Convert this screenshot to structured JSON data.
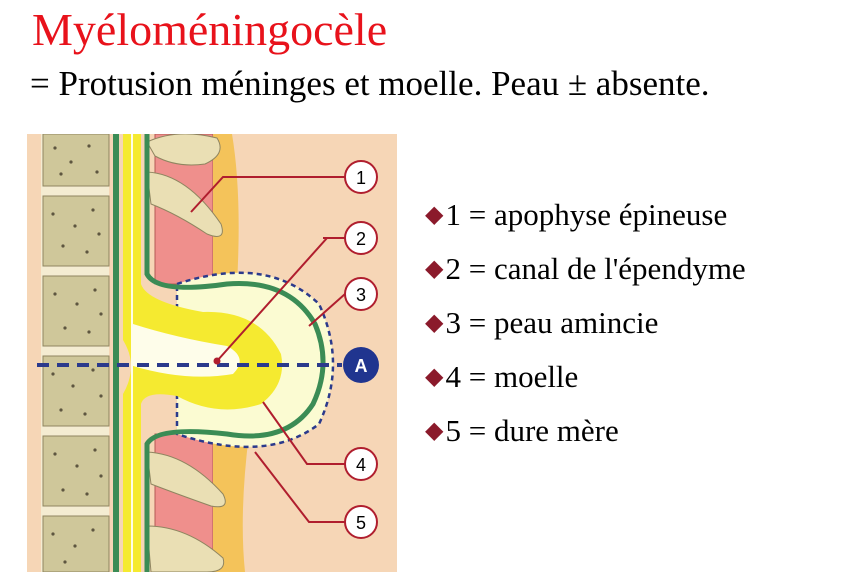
{
  "slide": {
    "title": "Myéloméningocèle",
    "subtitle": "= Protusion méninges et moelle. Peau ± absente."
  },
  "diagram": {
    "callouts": [
      "1",
      "2",
      "3",
      "A",
      "4",
      "5"
    ],
    "colors": {
      "skin": "#f6d6b6",
      "bone": "#d8d2a8",
      "spinous_process": "#eadfb4",
      "muscle": "#ef8f8c",
      "fat": "#f4c35a",
      "dura_green": "#3b8c55",
      "cord_yellow": "#f5ea30",
      "csf_pale": "#fbfbd2",
      "section_line": "#2b3a8c",
      "leader_line": "#b01e2e",
      "marker_a": "#20358f"
    }
  },
  "legend": {
    "bullet_icon": "diamond-icon",
    "bullet_color": "#8b1a2b",
    "items": [
      "1 = apophyse épineuse",
      "2 = canal de l'épendyme",
      "3 = peau amincie",
      "4 = moelle",
      "5 = dure mère"
    ]
  }
}
